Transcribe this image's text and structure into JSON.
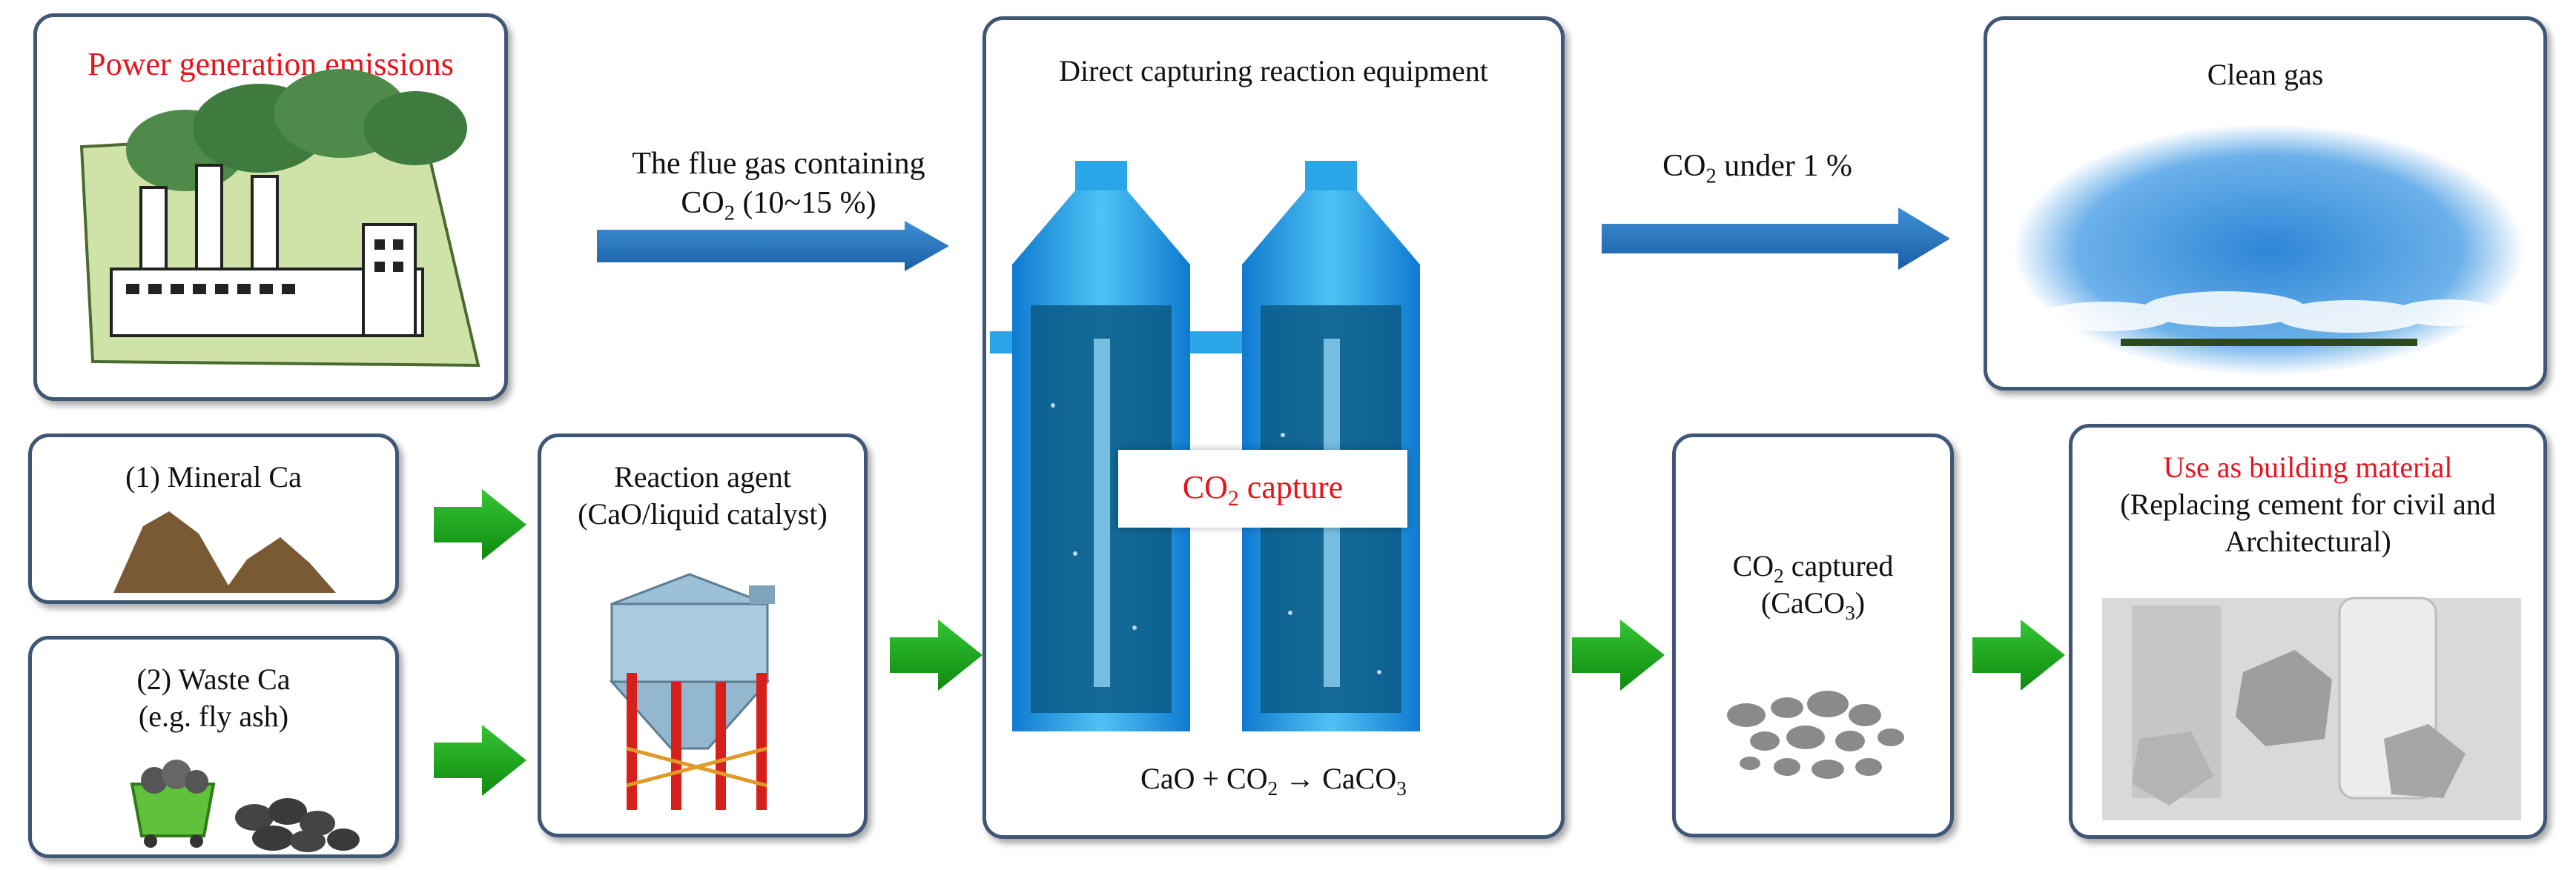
{
  "nodes": {
    "power": {
      "title": "Power generation emissions"
    },
    "mineral": {
      "title": "(1) Mineral Ca"
    },
    "waste": {
      "line1": "(2) Waste Ca",
      "line2": "(e.g. fly ash)"
    },
    "agent": {
      "line1": "Reaction agent",
      "line2": "(CaO/liquid catalyst)"
    },
    "reactor": {
      "title": "Direct capturing reaction equipment",
      "capture_main": "CO",
      "capture_sub": "2",
      "capture_tail": " capture",
      "eq_a": "CaO + CO",
      "eq_sub": "2",
      "eq_arrow": " → ",
      "eq_b": "CaCO",
      "eq_sub2": "3"
    },
    "clean": {
      "title": "Clean gas"
    },
    "captured": {
      "line1_main": "CO",
      "line1_sub": "2",
      "line1_tail": " captured",
      "line2_a": "(CaCO",
      "line2_sub": "3",
      "line2_b": ")"
    },
    "building": {
      "title": "Use as building material",
      "line2": "(Replacing cement for civil and",
      "line3": "Architectural)"
    }
  },
  "edges": {
    "flue": {
      "line1": "The flue gas containing",
      "line2_main": "CO",
      "line2_sub": "2",
      "line2_tail": " (10~15 %)"
    },
    "clean": {
      "main": "CO",
      "sub": "2",
      "tail": " under 1 %"
    }
  },
  "colors": {
    "title_red": "#e8141c",
    "box_border": "#3f5676",
    "blue_arrow": "#1f6fb8",
    "green_arrow": "#1aa61a",
    "tank_blue": "#2aa6e8"
  }
}
